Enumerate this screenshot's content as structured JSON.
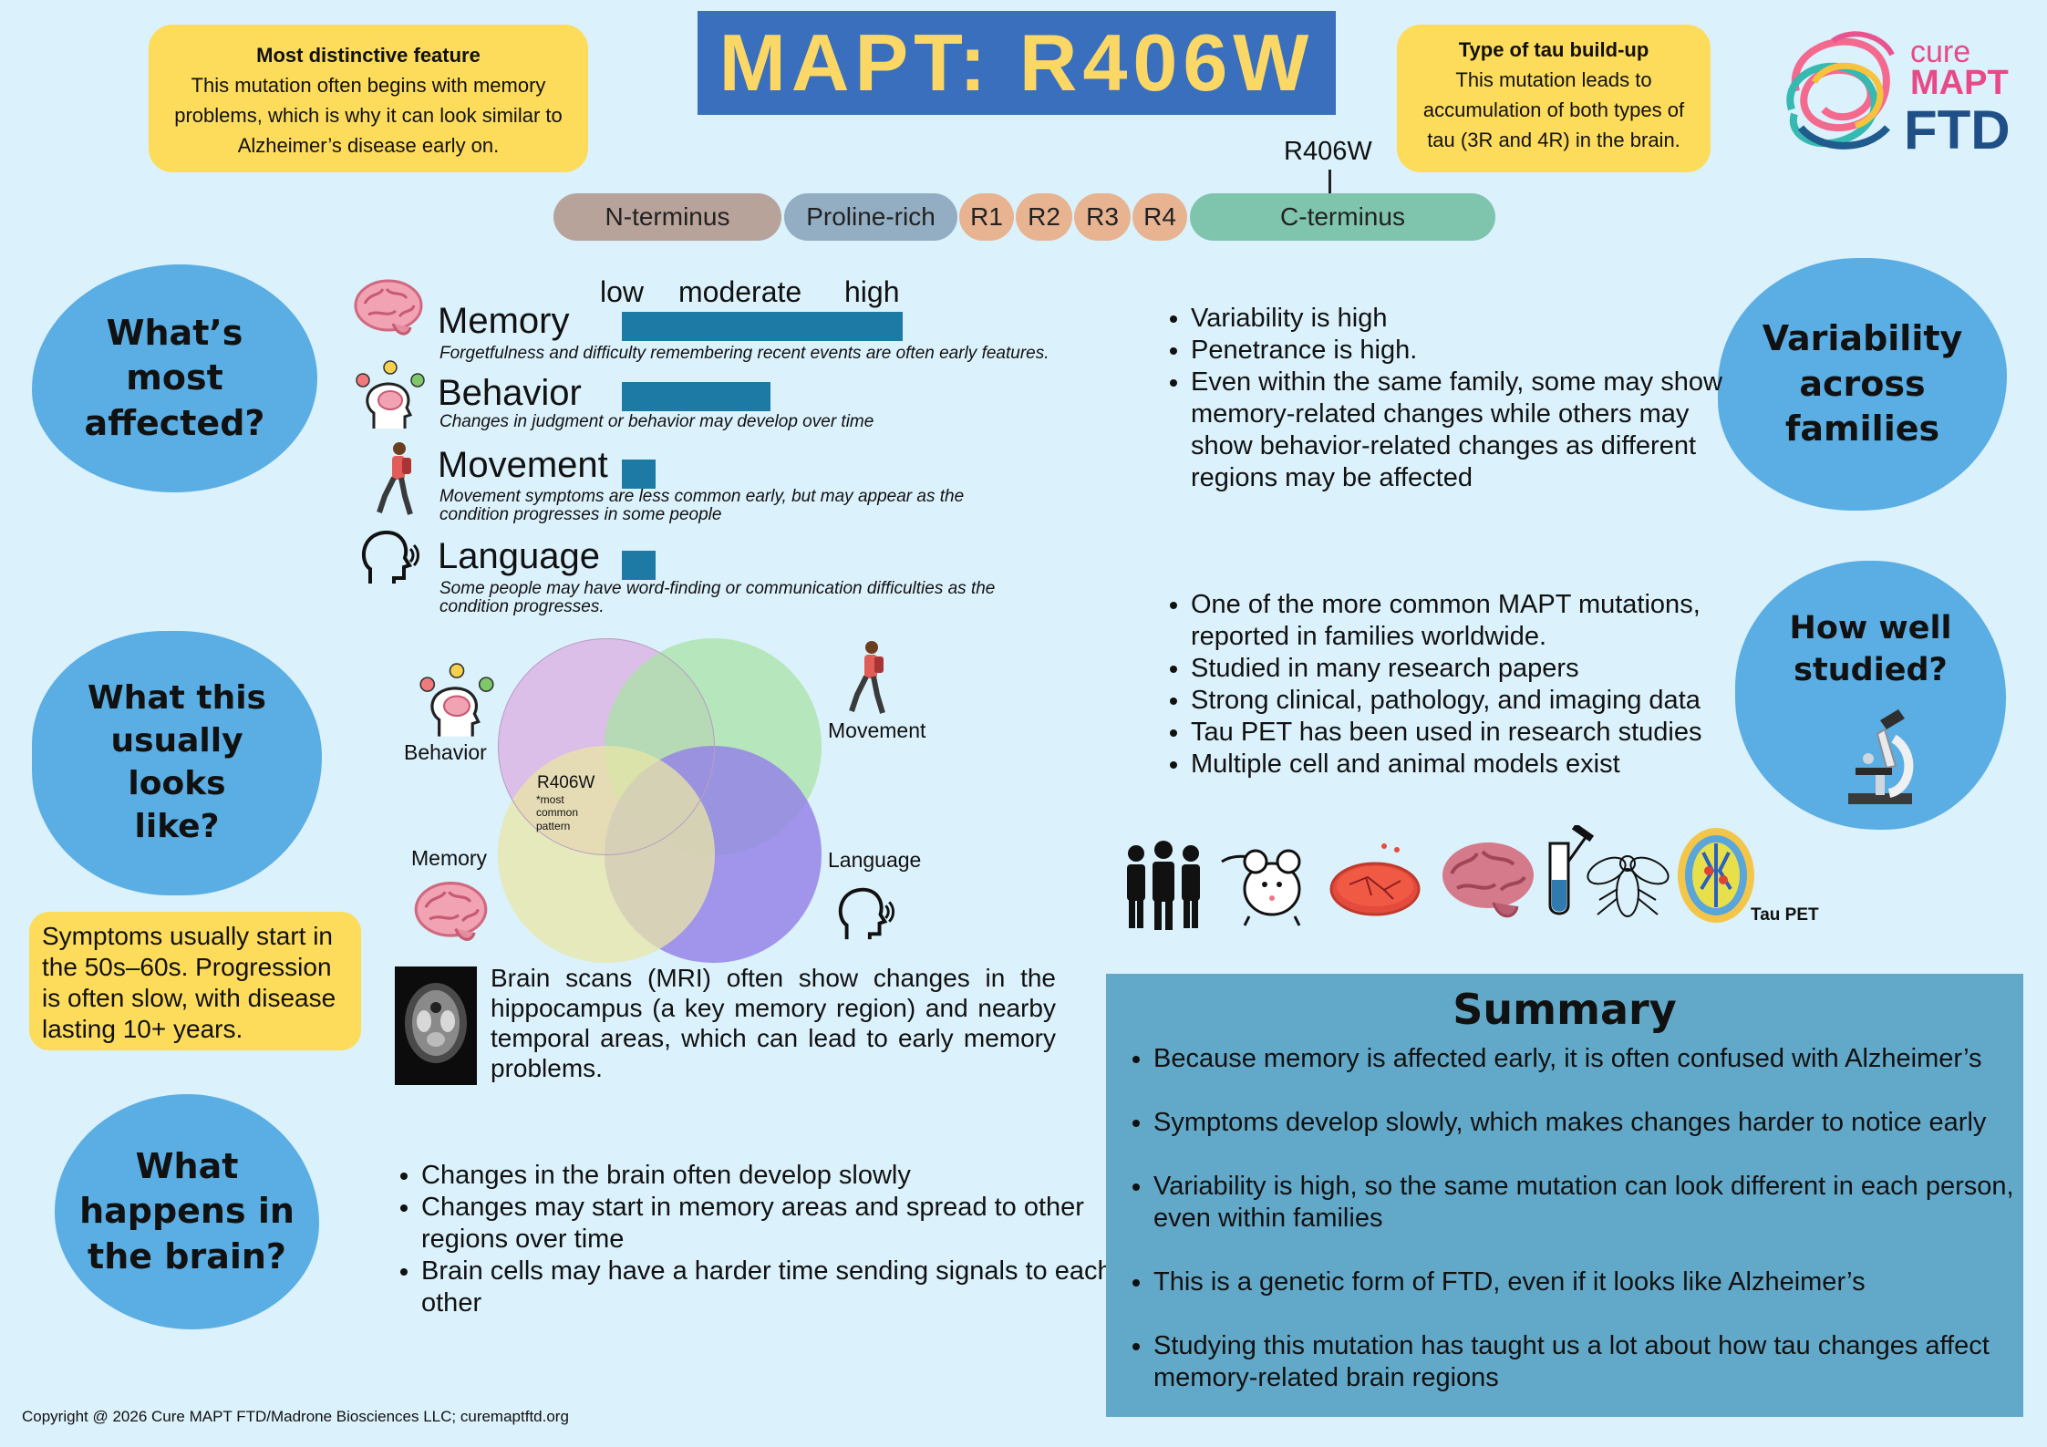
{
  "title": "MAPT: R406W",
  "feature_box": {
    "heading": "Most distinctive feature",
    "text": "This mutation often begins with memory problems, which is why it can look similar to Alzheimer’s disease early on."
  },
  "tau_box": {
    "heading": "Type of tau build-up",
    "text": "This mutation leads to accumulation of both types of tau (3R and 4R) in the brain."
  },
  "logo": {
    "line1": "cure",
    "line2": "MAPT",
    "line3": "FTD"
  },
  "protein": {
    "marker": "R406W",
    "segments": [
      "N-terminus",
      "Proline-rich",
      "R1",
      "R2",
      "R3",
      "R4",
      "C-terminus"
    ],
    "colors": [
      "#b8a39b",
      "#93aec3",
      "#e8b391",
      "#e8b391",
      "#e8b391",
      "#e8b391",
      "#7fc4ad"
    ]
  },
  "blobs": {
    "affected": "What’s most affected?",
    "looks": "What this usually looks like?",
    "brain": "What happens in the brain?",
    "variability": "Variability across families",
    "studied": "How well studied?"
  },
  "scale": {
    "low": "low",
    "moderate": "moderate",
    "high": "high"
  },
  "symptoms": [
    {
      "name": "Memory",
      "level": 1.0,
      "desc": "Forgetfulness and difficulty remembering recent events are often early features."
    },
    {
      "name": "Behavior",
      "level": 0.53,
      "desc": "Changes in judgment or behavior may develop over time"
    },
    {
      "name": "Movement",
      "level": 0.12,
      "desc": "Movement symptoms are less common early, but may appear as the condition progresses in some people"
    },
    {
      "name": "Language",
      "level": 0.12,
      "desc": "Some people may have word-finding or communication difficulties as the condition progresses."
    }
  ],
  "venn": {
    "labels": {
      "behavior": "Behavior",
      "movement": "Movement",
      "memory": "Memory",
      "language": "Language"
    },
    "center": "R406W",
    "center_note": "*most common pattern",
    "colors": {
      "behavior": "#dcb6e4",
      "movement": "#a9e2a6",
      "memory": "#e8e6a5",
      "language": "#9585e6"
    }
  },
  "onset_box": "Symptoms usually start in the 50s–60s. Progression is often slow, with disease lasting 10+ years.",
  "mri_text": "Brain scans (MRI) often show changes in the hippocampus (a key memory region) and nearby temporal areas, which can lead to early memory problems.",
  "brain_bullets": [
    "Changes in the brain often develop slowly",
    "Changes may start in memory areas and spread to other regions over time",
    "Brain cells may have a harder time sending signals to each other"
  ],
  "variability_bullets": [
    "Variability is high",
    "Penetrance is high.",
    "Even within the same family, some may show memory-related changes while others may show behavior-related changes as different regions may be affected"
  ],
  "studied_bullets": [
    "One of the more common MAPT mutations, reported in families worldwide.",
    "Studied in many research papers",
    "Strong clinical, pathology, and imaging data",
    "Tau PET has been used in research studies",
    "Multiple cell and animal models exist"
  ],
  "models_label": "Tau PET",
  "summary": {
    "title": "Summary",
    "bullets": [
      "Because memory is affected early, it is often confused with Alzheimer’s",
      "Symptoms develop slowly, which makes changes harder to notice early",
      "Variability is high, so the same mutation can look different in each person, even within families",
      "This is a genetic form of FTD, even if it looks like Alzheimer’s",
      "Studying this mutation has taught us a lot about how tau changes affect memory-related brain regions"
    ]
  },
  "footer": "Copyright @ 2026 Cure MAPT FTD/Madrone Biosciences LLC; curemaptftd.org"
}
